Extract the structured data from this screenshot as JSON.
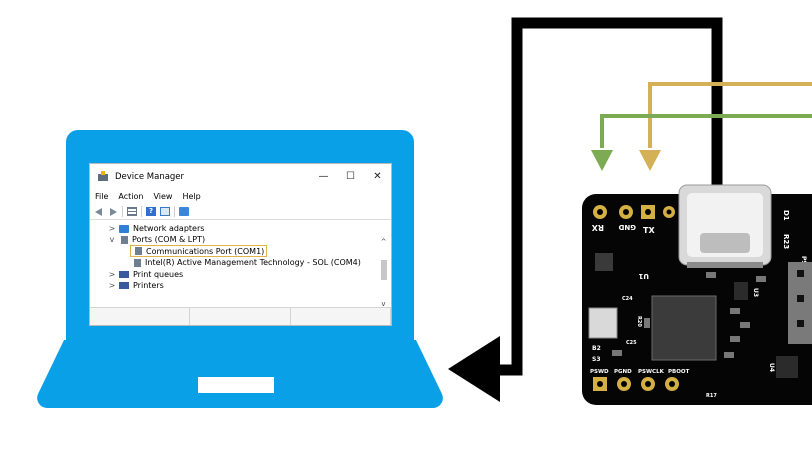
{
  "colors": {
    "laptop": "#0aa0e8",
    "board": "#000000",
    "pad": "#d4b043",
    "wire_black": "#000000",
    "wire_yellow": "#d4b057",
    "wire_green": "#7cab54"
  },
  "device_manager": {
    "title": "Device Manager",
    "window_controls": [
      "—",
      "☐",
      "✕"
    ],
    "menu": [
      "File",
      "Action",
      "View",
      "Help"
    ],
    "toolbar_icons": [
      "back-arrow-icon",
      "forward-arrow-icon",
      "device-list-icon",
      "help-icon",
      "properties-icon",
      "monitor-icon"
    ],
    "tree": [
      {
        "label": "Network adapters",
        "expanded": false,
        "icon": "network-adapter-icon"
      },
      {
        "label": "Ports (COM & LPT)",
        "expanded": true,
        "icon": "port-icon"
      },
      {
        "label": "Communications Port (COM1)",
        "child": true,
        "selected": true,
        "icon": "port-icon"
      },
      {
        "label": "Intel(R) Active Management Technology - SOL (COM4)",
        "child": true,
        "icon": "port-icon"
      },
      {
        "label": "Print queues",
        "expanded": false,
        "icon": "printer-icon"
      },
      {
        "label": "Printers",
        "expanded": false,
        "icon": "printer-icon"
      }
    ]
  },
  "board": {
    "labels": {
      "rx": "RX",
      "gnd": "GND",
      "tx": "TX",
      "d1": "D1",
      "r23": "R23",
      "pswclk": "PSWCLK",
      "pswd": "PSWD",
      "pgnd": "PGND",
      "pswclk_bottom": "PSWCLK",
      "pboot": "PBOOT",
      "u1": "U1",
      "u3": "U3",
      "u4": "U4",
      "c24": "C24",
      "c25": "C25",
      "r20": "R20",
      "b2": "B2",
      "s3": "S3",
      "r17": "R17"
    }
  }
}
